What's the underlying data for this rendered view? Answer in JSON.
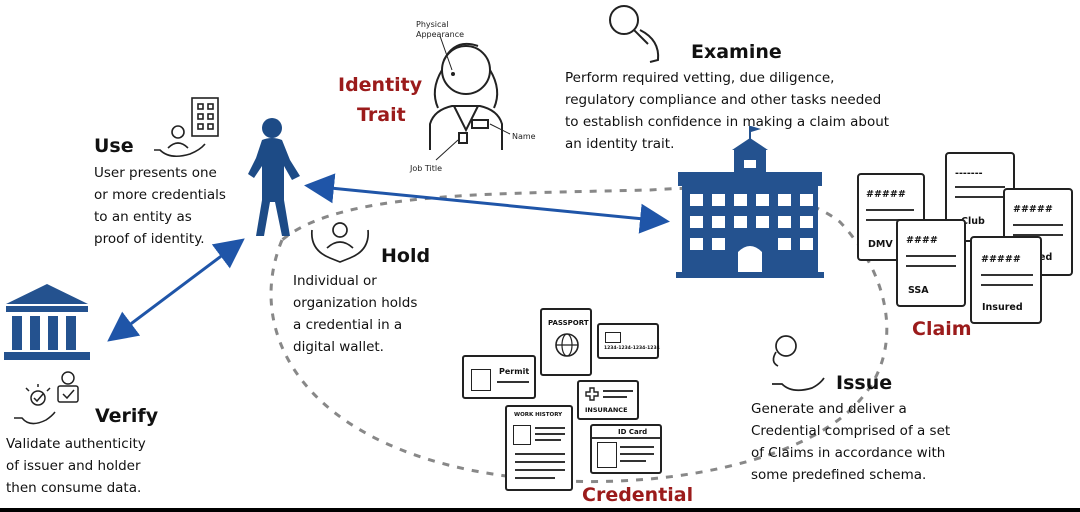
{
  "use": {
    "title": "Use",
    "text": [
      "User presents one",
      "or more credentials",
      "to an entity as",
      "proof of identity."
    ]
  },
  "verify": {
    "title": "Verify",
    "text": [
      "Validate authenticity",
      "of issuer and holder",
      "then consume data."
    ]
  },
  "hold": {
    "title": "Hold",
    "text": [
      "Individual or",
      "organization holds",
      "a credential in a",
      "digital wallet."
    ]
  },
  "identity_trait": {
    "title_line1": "Identity",
    "title_line2": "Trait",
    "physical_appearance_1": "Physical",
    "physical_appearance_2": "Appearance",
    "name": "Name",
    "job_title": "Job Title"
  },
  "examine": {
    "title": "Examine",
    "text": [
      "Perform required vetting, due diligence,",
      "regulatory compliance and other tasks needed",
      "to establish confidence in making a claim about",
      "an identity trait."
    ]
  },
  "claim": {
    "title": "Claim",
    "docs": {
      "dmv_code": "#####",
      "dmv": "DMV",
      "top_code": "-------",
      "club": "Club",
      "right_code": "#####",
      "right_label": "ed",
      "ssa_code": "####",
      "ssa": "SSA",
      "insured_code": "#####",
      "insured": "Insured"
    }
  },
  "issue": {
    "title": "Issue",
    "text": [
      "Generate and deliver a",
      "Credential comprised of a set",
      "of Claims in accordance with",
      "some predefined schema."
    ]
  },
  "credential": {
    "title": "Credential",
    "passport": "PASSPORT",
    "card_number": "1234-1234-1234-1234",
    "permit": "Permit",
    "insurance": "INSURANCE",
    "work_history": "WORK HISTORY",
    "id_card": "ID Card"
  },
  "colors": {
    "arrow": "#1f55a8",
    "building": "#24528f",
    "accent_red": "#9b1b1b",
    "dash": "#888888"
  }
}
